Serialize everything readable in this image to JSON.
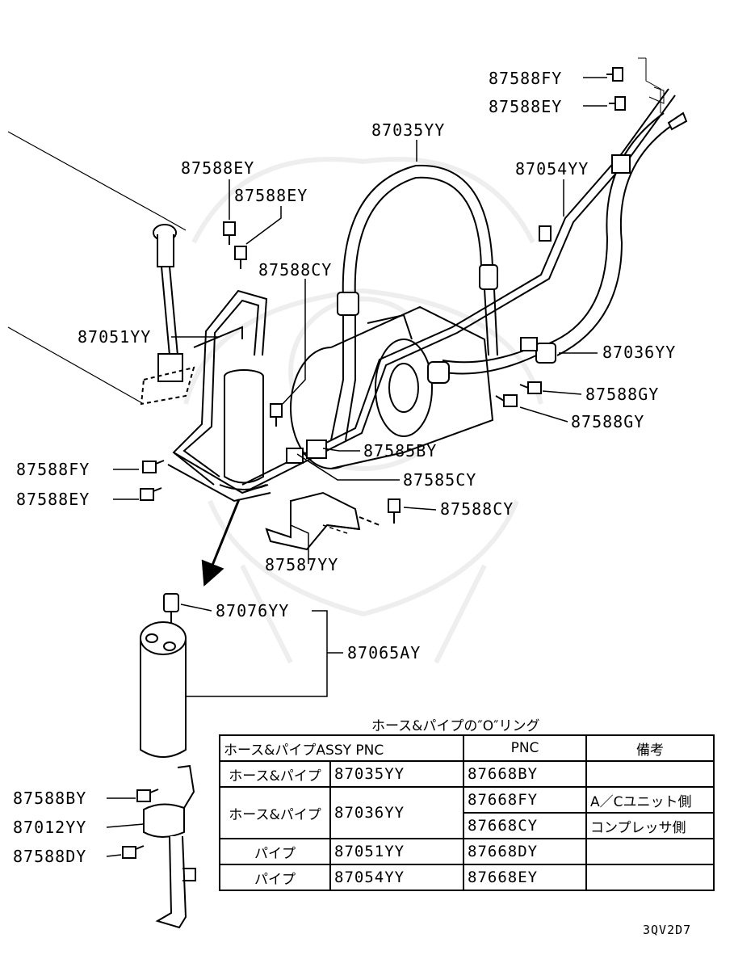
{
  "labels": {
    "p87588FY_top": "87588FY",
    "p87588EY_top": "87588EY",
    "p87035YY": "87035YY",
    "p87054YY": "87054YY",
    "p87588EY_a": "87588EY",
    "p87588EY_b": "87588EY",
    "p87588CY_top": "87588CY",
    "p87051YY": "87051YY",
    "p87036YY": "87036YY",
    "p87588GY_a": "87588GY",
    "p87588GY_b": "87588GY",
    "p87585BY": "87585BY",
    "p87585CY": "87585CY",
    "p87588FY_left": "87588FY",
    "p87588EY_left": "87588EY",
    "p87588CY_right": "87588CY",
    "p87587YY": "87587YY",
    "p87076YY": "87076YY",
    "p87065AY": "87065AY",
    "p87588BY": "87588BY",
    "p87012YY": "87012YY",
    "p87588DY": "87588DY"
  },
  "table": {
    "title": "ホース&パイプの″O″リング",
    "headers": [
      "ホース&パイプASSY  PNC",
      "PNC",
      "備考"
    ],
    "rows": [
      {
        "type": "ホース&パイプ",
        "assy": "87035YY",
        "pnc": [
          "87668BY"
        ],
        "note": [
          ""
        ]
      },
      {
        "type": "ホース&パイプ",
        "assy": "87036YY",
        "pnc": [
          "87668FY",
          "87668CY"
        ],
        "note": [
          "A／Cユニット側",
          "コンプレッサ側"
        ]
      },
      {
        "type": "パイプ",
        "assy": "87051YY",
        "pnc": [
          "87668DY"
        ],
        "note": [
          ""
        ]
      },
      {
        "type": "パイプ",
        "assy": "87054YY",
        "pnc": [
          "87668EY"
        ],
        "note": [
          ""
        ]
      }
    ]
  },
  "drawing_code": "3QV2D7"
}
